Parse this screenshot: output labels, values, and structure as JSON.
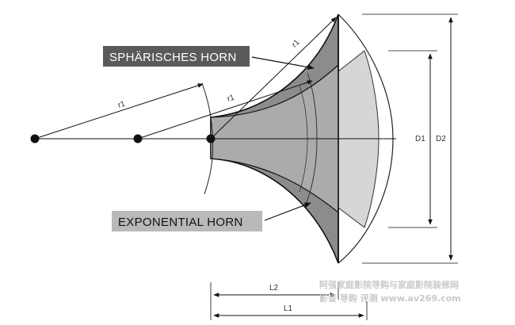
{
  "labels": {
    "spherical_horn": "SPHÄRISCHES HORN",
    "exponential_horn": "EXPONENTIAL HORN",
    "radius": "r1",
    "d1": "D1",
    "d2": "D2",
    "l1": "L1",
    "l2": "L2"
  },
  "watermark": {
    "line1": "阿强家庭影院导购与家庭影院装修网",
    "line2": "影音 导购 评测 www.av269.com"
  },
  "colors": {
    "line": "#111111",
    "spherical_fill": "#8c8c8c",
    "exponential_fill": "#b4b4b4",
    "mouth_fill": "#d8d8d8",
    "label_dark_bg": "#5a5a5a",
    "label_light_bg": "#b9b9b9"
  }
}
